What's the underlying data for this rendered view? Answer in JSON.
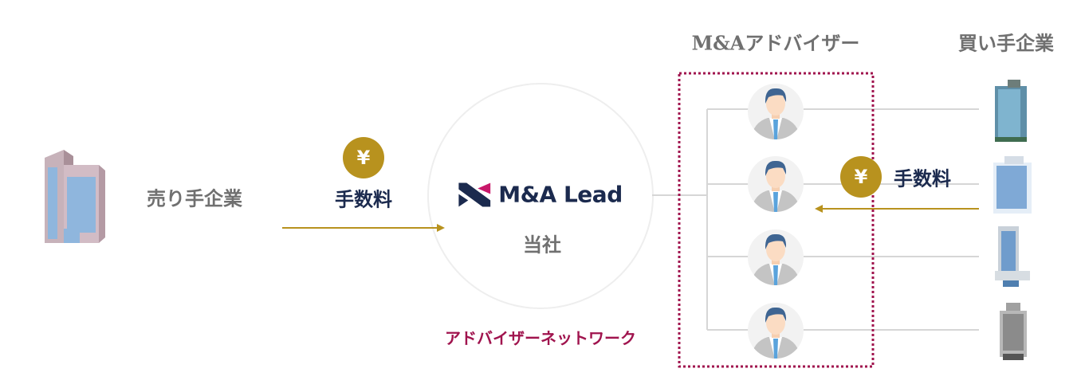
{
  "seller": {
    "label": "売り手企業"
  },
  "fee_left": {
    "icon": "yen-icon",
    "symbol": "¥",
    "label": "手数料"
  },
  "company": {
    "logo_text": "M&A Lead",
    "label": "当社",
    "network_label": "アドバイザーネットワーク"
  },
  "advisors": {
    "title": "M&Aアドバイザー",
    "count": 4
  },
  "buyers": {
    "title": "買い手企業",
    "count": 4
  },
  "fee_right": {
    "icon": "yen-icon",
    "symbol": "¥",
    "label": "手数料"
  },
  "colors": {
    "gold": "#b8921e",
    "navy": "#1b2a4e",
    "magenta": "#a0144e",
    "gray_text": "#707070"
  }
}
